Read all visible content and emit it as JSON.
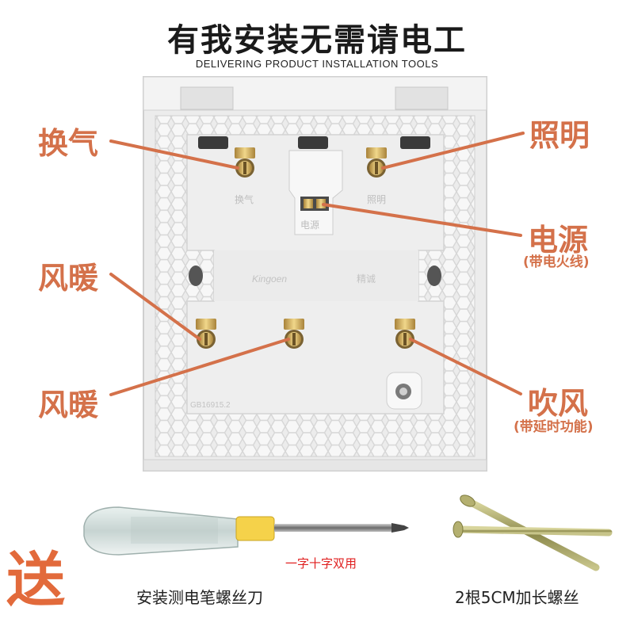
{
  "title": "有我安装无需请电工",
  "subtitle": "DELIVERING PRODUCT INSTALLATION TOOLS",
  "callouts": {
    "top_left": "换气",
    "top_right": "照明",
    "power": "电源",
    "power_note": "(带电火线)",
    "mid_left": "风暖",
    "low_left": "风暖",
    "blow": "吹风",
    "blow_note": "(带延时功能)"
  },
  "switch_back_labels": {
    "brand": "Kingoen",
    "brand_cn": "精诚",
    "t1": "换气",
    "t2": "照明",
    "t3": "电源",
    "std": "GB16915.2"
  },
  "gifts": {
    "gift_char": "送",
    "screwdriver_note": "一字十字双用",
    "screwdriver_caption": "安装测电笔螺丝刀",
    "screws_caption": "2根5CM加长螺丝"
  },
  "colors": {
    "accent": "#d4714a",
    "red": "#e02020",
    "panel": "#efefef"
  }
}
